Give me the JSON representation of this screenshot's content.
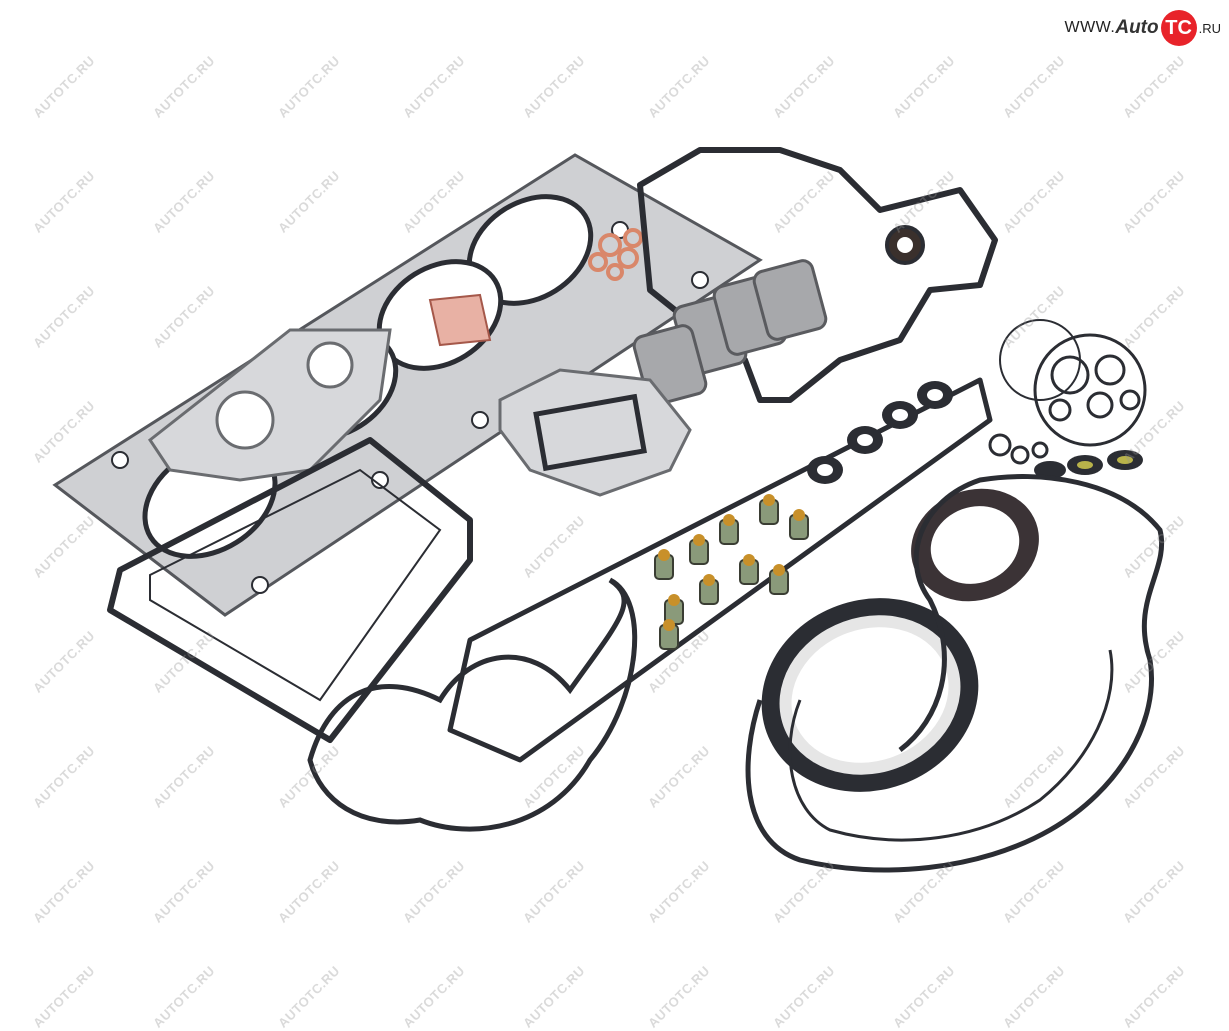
{
  "logo": {
    "prefix": "WWW.",
    "name": "Auto",
    "badge": "TC",
    "tld": ".RU"
  },
  "watermark": {
    "text": "AUTOTC.RU"
  },
  "colors": {
    "gasket_dark": "#2b2d33",
    "head_gasket_metal": "#c9c9cc",
    "copper": "#d9876a",
    "brass": "#c8902a",
    "seal_green": "#8a9a7a",
    "logo_red": "#e8232a"
  }
}
